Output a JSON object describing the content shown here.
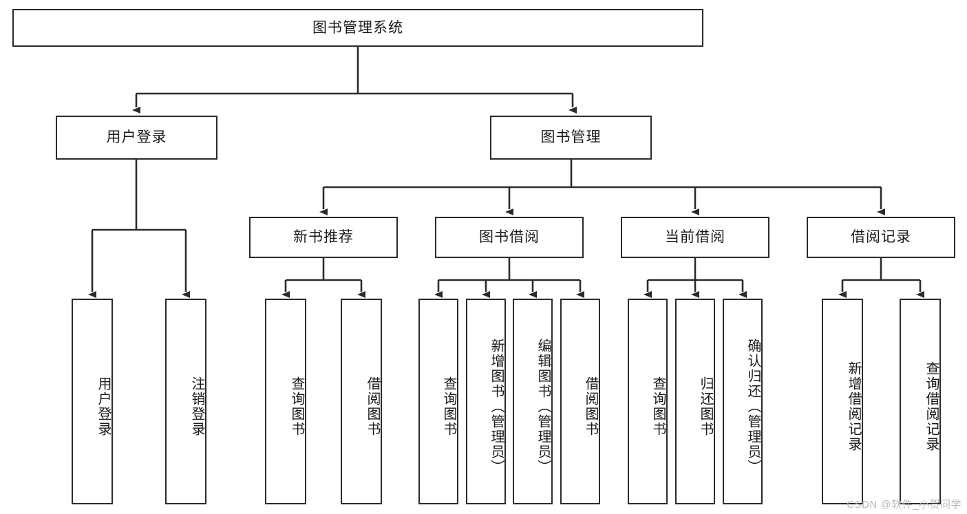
{
  "diagram": {
    "title": "图书管理系统",
    "watermark": "CSDN @软件_小贺同学",
    "line_color": "#2b2b2b",
    "box_border_color": "#2b2b2b",
    "box_fill_color": "#ffffff",
    "text_color": "#1a1a1a",
    "watermark_color": "#b9b9b9"
  },
  "nodes": {
    "root": {
      "label": "图书管理系统"
    },
    "level2": [
      {
        "label": "用户登录"
      },
      {
        "label": "图书管理"
      }
    ],
    "level3": [
      {
        "label": "新书推荐"
      },
      {
        "label": "图书借阅"
      },
      {
        "label": "当前借阅"
      },
      {
        "label": "借阅记录"
      }
    ],
    "leaves": {
      "user_login": [
        {
          "label": "用户登录"
        },
        {
          "label": "注销登录"
        }
      ],
      "new_book_recommend": [
        {
          "label": "查询图书"
        },
        {
          "label": "借阅图书"
        }
      ],
      "book_borrow": [
        {
          "label": "查询图书"
        },
        {
          "label": "新增图书（管理员）"
        },
        {
          "label": "编辑图书（管理员）"
        },
        {
          "label": "借阅图书"
        }
      ],
      "current_borrow": [
        {
          "label": "查询图书"
        },
        {
          "label": "归还图书"
        },
        {
          "label": "确认归还（管理员）"
        }
      ],
      "borrow_record": [
        {
          "label": "新增借阅记录"
        },
        {
          "label": "查询借阅记录"
        }
      ]
    }
  }
}
